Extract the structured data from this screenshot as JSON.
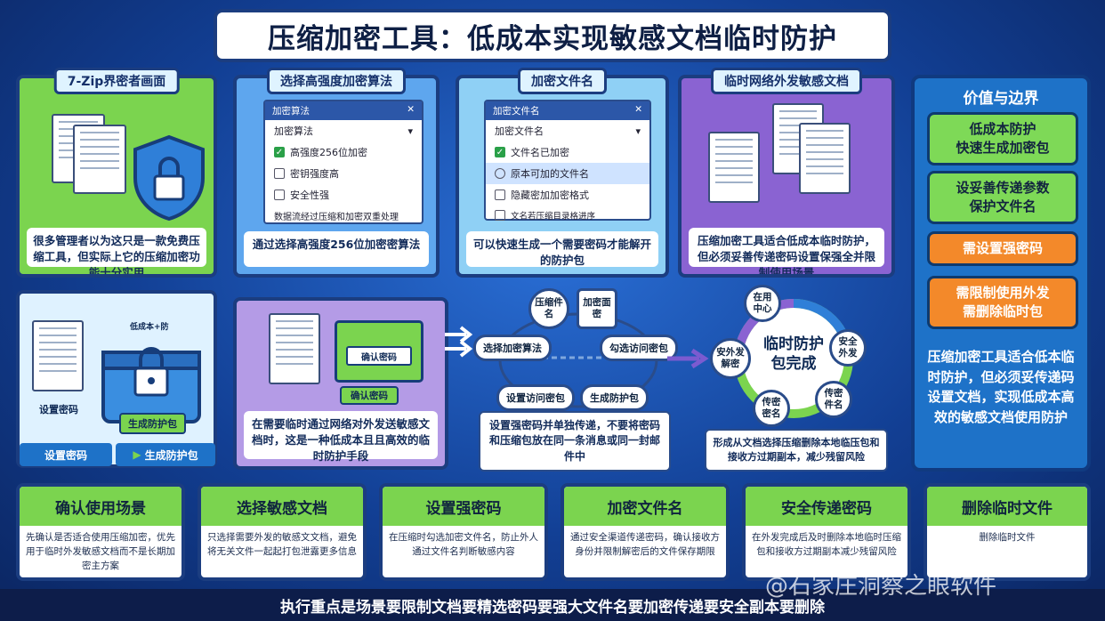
{
  "title": "压缩加密工具：低成本实现敏感文档临时防护",
  "panels": {
    "p1": {
      "tag": "7-Zip界密者画面",
      "caption": "很多管理者以为这只是一款免费压缩工具，但实际上它的压缩加密功能十分实用"
    },
    "p2": {
      "tag": "选择高强度加密算法",
      "dialog_title": "加密算法",
      "dialog_sub": "加密算法",
      "options": [
        "高强度256位加密",
        "密钥强度高",
        "安全性强"
      ],
      "note": "数据流经过压缩和加密双重处理",
      "caption": "通过选择高强度256位加密密算法"
    },
    "p3": {
      "tag": "加密文件名",
      "dialog_title": "加密文件名",
      "dialog_sub": "加密文件名",
      "options": [
        "文件名已加密",
        "原本可加的文件名",
        "隐藏密加加密格式",
        "文名若压缩目录格进序"
      ],
      "caption": "可以快速生成一个需要密码才能解开的防护包"
    },
    "p4": {
      "tag": "临时网络外发敏感文档",
      "caption": "压缩加密工具适合低成本临时防护，但必须妥善传递密码设置保强全并限制使用场景"
    },
    "p5": {
      "box_label": "设置密码",
      "chest_label": "生成防护包",
      "bottom_left": "设置密码",
      "bottom_right": "生成防护包",
      "small_label": "低成本+防"
    },
    "p6": {
      "confirm_btn": "确认密码",
      "confirm_label": "确认密码",
      "caption": "在需要临时通过网络对外发送敏感文档时，这是一种低成本且且高效的临时防护手段"
    }
  },
  "flow": {
    "nodes": [
      "选择加密算法",
      "勾选访问密包",
      "设置访问密包",
      "生成防护包"
    ],
    "circles": [
      "压缩件名",
      "加密面密"
    ],
    "note": "设置强密码并单独传递，不要将密码和压缩包放在同一条消息或同一封邮件中"
  },
  "cycle": {
    "center": "临时防护\n包完成",
    "nodes": [
      "在用\n中心",
      "安全\n外发",
      "传密\n件名",
      "传密\n密名",
      "安外发\n解密"
    ],
    "note": "形成从文档选择压缩删除本地临压包和接收方过期副本，减少残留风险"
  },
  "side": {
    "title": "价值与边界",
    "buttons": [
      {
        "text": "低成本防护\n快速生成加密包",
        "color": "green"
      },
      {
        "text": "设妥善传递参数\n保护文件名",
        "color": "green"
      },
      {
        "text": "需设置强密码",
        "color": "orange"
      },
      {
        "text": "需限制使用外发\n需删除临时包",
        "color": "orange"
      }
    ],
    "text": "压缩加密工具适合低本临时防护，但必须妥传递码设置文档，实现低成本高效的敏感文档使用防护"
  },
  "steps": [
    {
      "title": "确认使用场景",
      "body": "先确认是否适合使用压缩加密，优先用于临时外发敏感文档而不是长期加密主方案"
    },
    {
      "title": "选择敏感文档",
      "body": "只选择需要外发的敏感文文档，避免将无关文件一起起打包泄露更多信息"
    },
    {
      "title": "设置强密码",
      "body": "在压缩时勾选加密文件名，防止外人通过文件名判断敏感内容"
    },
    {
      "title": "加密文件名",
      "body": "通过安全渠道传递密码，确认接收方身份并限制解密后的文件保存期限"
    },
    {
      "title": "安全传递密码",
      "body": "在外发完成后及时删除本地临时压缩包和接收方过期副本减少残留风险"
    },
    {
      "title": "删除临时文件",
      "body": "删除临时文件"
    }
  ],
  "footer": "执行重点是场景要限制文档要精选密码要强大文件名要加密传递要安全副本要删除",
  "watermark": "@石家庄洞察之眼软件",
  "colors": {
    "green": "#7bd44f",
    "orange": "#f3892a",
    "blue": "#1e72c8",
    "navy": "#1b3d80"
  }
}
